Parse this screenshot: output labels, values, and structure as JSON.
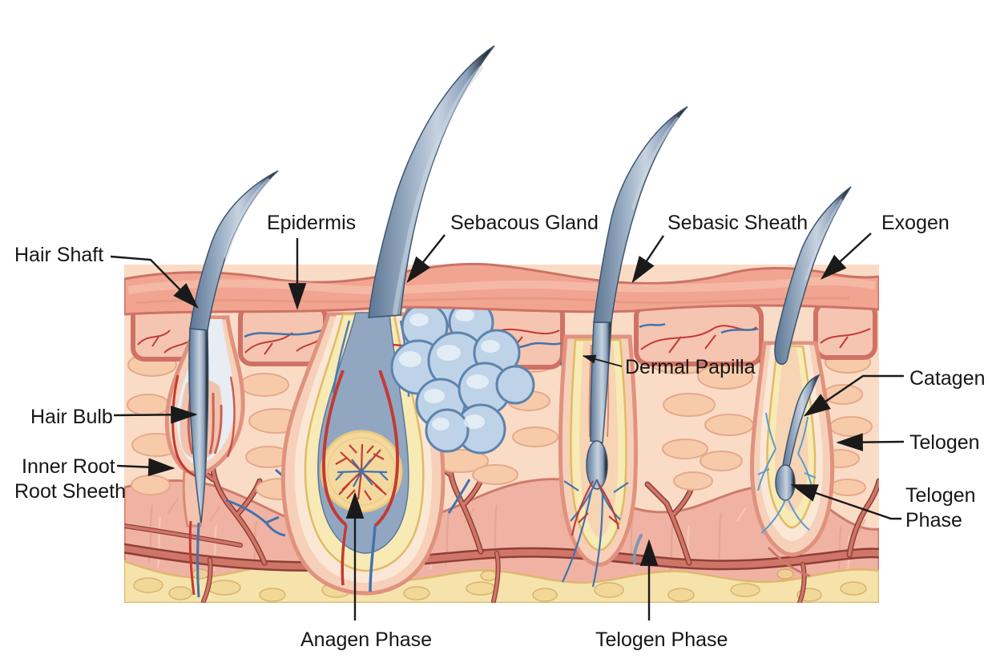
{
  "figure": {
    "type": "medical-illustration",
    "subject": "Skin cross-section showing hair follicle anatomy and hair growth cycle phases"
  },
  "labels": {
    "hair_shaft": "Hair Shaft",
    "epidermis": "Epidermis",
    "sebaceous_gland": "Sebacous Gland",
    "sebasic_sheath": "Sebasic Sheath",
    "exogen": "Exogen",
    "hair_bulb": "Hair Bulb",
    "inner_root_line1": "Inner Root",
    "inner_root_line2": "Root Sheeth",
    "dermal_papilla": "Dermal Papilla",
    "catagen": "Catagen",
    "telogen": "Telogen",
    "telogen_phase_line1": "Telogen",
    "telogen_phase_line2": "Phase",
    "anagen_phase": "Anagen Phase",
    "telogen_phase_bottom": "Telogen Phase"
  },
  "colors": {
    "background": "#ffffff",
    "label_text": "#161616",
    "leader_line": "#1a1a1a",
    "skin_surface": "#f1a591",
    "surface_outline": "#cd7265",
    "epidermis_pocket": "#f5c5b1",
    "epidermis_border": "#cf7265",
    "dermis": "#fadcc6",
    "fat_cell": "#f7cba9",
    "fat_cell_outline": "#e5a98c",
    "deep_dermis": "#f0b3a3",
    "deep_edge": "#cf7b6c",
    "deep_fiber": "#e09a89",
    "subcutis": "#f6e3ac",
    "subcutis_edge": "#ddb86e",
    "subcutis_cell": "#d2a85c",
    "vessel_red": "#c23b33",
    "vessel_dark": "#8e3f36",
    "vessel_light": "#cf7668",
    "vessel_blue": "#4273ae",
    "hair_outline": "#3c566f",
    "hair_root_blue": "#91a7c1",
    "hair_root_edge": "#5d7796",
    "sebaceous_fill": "#bed3e7",
    "sebaceous_outline": "#5d83ad",
    "sheath_yellow": "#f7eab5",
    "sheath_yellow_outline": "#e0bb66",
    "follicle_halo": "#f7d0b9",
    "follicle_outline": "#e0927e",
    "follicle_lining": "#fbe7d6",
    "bulb_fill": "#f4d99f",
    "bulb_outline": "#ecc87e",
    "matrix_pink": "#f0c3ae",
    "matrix_streak": "#c8574b"
  }
}
